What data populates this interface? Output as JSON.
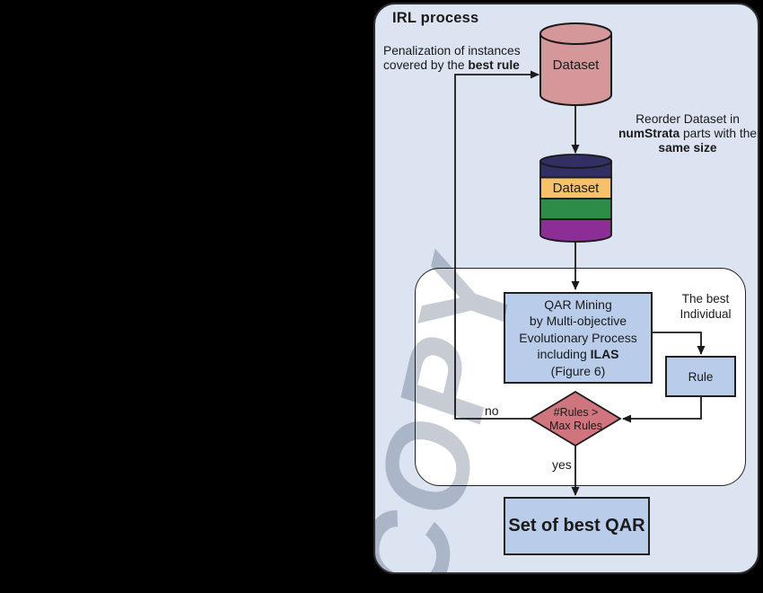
{
  "figure": {
    "title": "IRL process",
    "watermark": "COPY",
    "penalization": {
      "line1": "Penalization of instances",
      "line2_normal": "covered by the ",
      "line2_bold": "best rule"
    },
    "dataset_top_label": "Dataset",
    "reorder": {
      "line1": "Reorder Dataset in",
      "line2_bold": "numStrata",
      "line2_rest": " parts with the",
      "line3_bold": "same size"
    },
    "dataset_strata_label": "Dataset",
    "qar_box": {
      "line1": "QAR Mining",
      "line2": "by Multi-objective",
      "line3": "Evolutionary Process",
      "line4_normal": "including ",
      "line4_bold": "ILAS",
      "line5": "(Figure 6)"
    },
    "best_individual": {
      "line1": "The best",
      "line2": "Individual"
    },
    "rule_box_label": "Rule",
    "decision": {
      "line1": "#Rules >",
      "line2": "Max Rules"
    },
    "no_label": "no",
    "yes_label": "yes",
    "set_box_label": "Set of best QAR"
  },
  "colors": {
    "canvas_bg": "#000000",
    "panel_bg": "#dce3f1",
    "panel_border": "#2f2f2f",
    "inner_bg": "#ffffff",
    "line": "#1a1a1a",
    "box_blue": "#b9cdeb",
    "diamond_pink": "#d0747d",
    "cylinder_pink": "#d6979b",
    "strata_navy": "#312f63",
    "strata_yellow": "#f6c169",
    "strata_green": "#2e8c49",
    "strata_purple": "#8d2d96",
    "watermark": "#97a0b0"
  }
}
